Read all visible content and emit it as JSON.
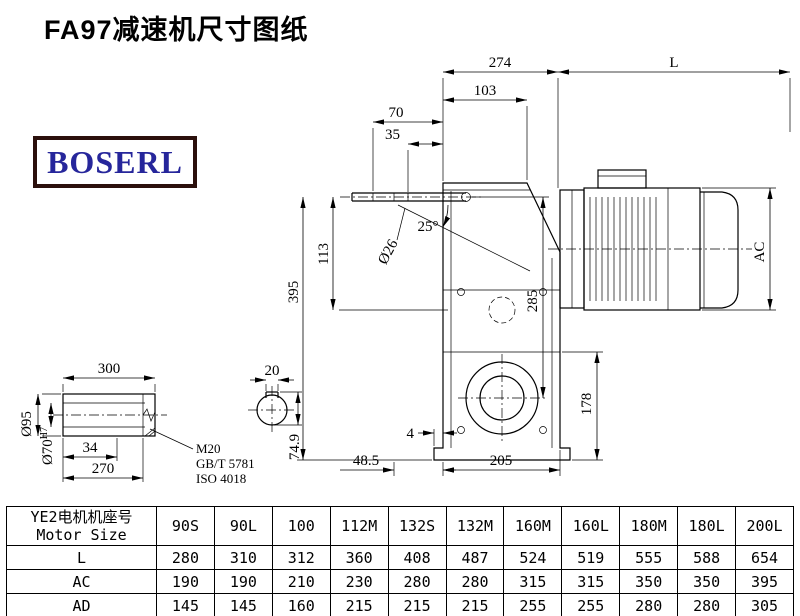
{
  "page": {
    "title": "FA97减速机尺寸图纸",
    "logo": "BOSERL"
  },
  "drawing": {
    "main_dims": {
      "w274": "274",
      "L": "L",
      "w103": "103",
      "w70": "70",
      "w35": "35",
      "angle25": "25°",
      "dia26": "Ø26",
      "h113": "113",
      "h395": "395",
      "h285": "285",
      "AC": "AC",
      "h178": "178",
      "w4": "4",
      "w48_5": "48.5",
      "w205": "205"
    },
    "shaft_dims": {
      "len300": "300",
      "key20": "20",
      "dia95": "Ø95",
      "dia70": "Ø70",
      "fit": "H7",
      "len34": "34",
      "len270": "270",
      "thread": "M20",
      "std1": "GB/T 5781",
      "std2": "ISO 4018",
      "key74_9": "74.9"
    }
  },
  "table": {
    "header_cn": "YE2电机机座号",
    "header_en": "Motor Size",
    "columns": [
      "90S",
      "90L",
      "100",
      "112M",
      "132S",
      "132M",
      "160M",
      "160L",
      "180M",
      "180L",
      "200L"
    ],
    "rows": [
      {
        "label": "L",
        "values": [
          "280",
          "310",
          "312",
          "360",
          "408",
          "487",
          "524",
          "519",
          "555",
          "588",
          "654"
        ]
      },
      {
        "label": "AC",
        "values": [
          "190",
          "190",
          "210",
          "230",
          "280",
          "280",
          "315",
          "315",
          "350",
          "350",
          "395"
        ]
      },
      {
        "label": "AD",
        "values": [
          "145",
          "145",
          "160",
          "215",
          "215",
          "215",
          "255",
          "255",
          "280",
          "280",
          "305"
        ]
      }
    ]
  }
}
